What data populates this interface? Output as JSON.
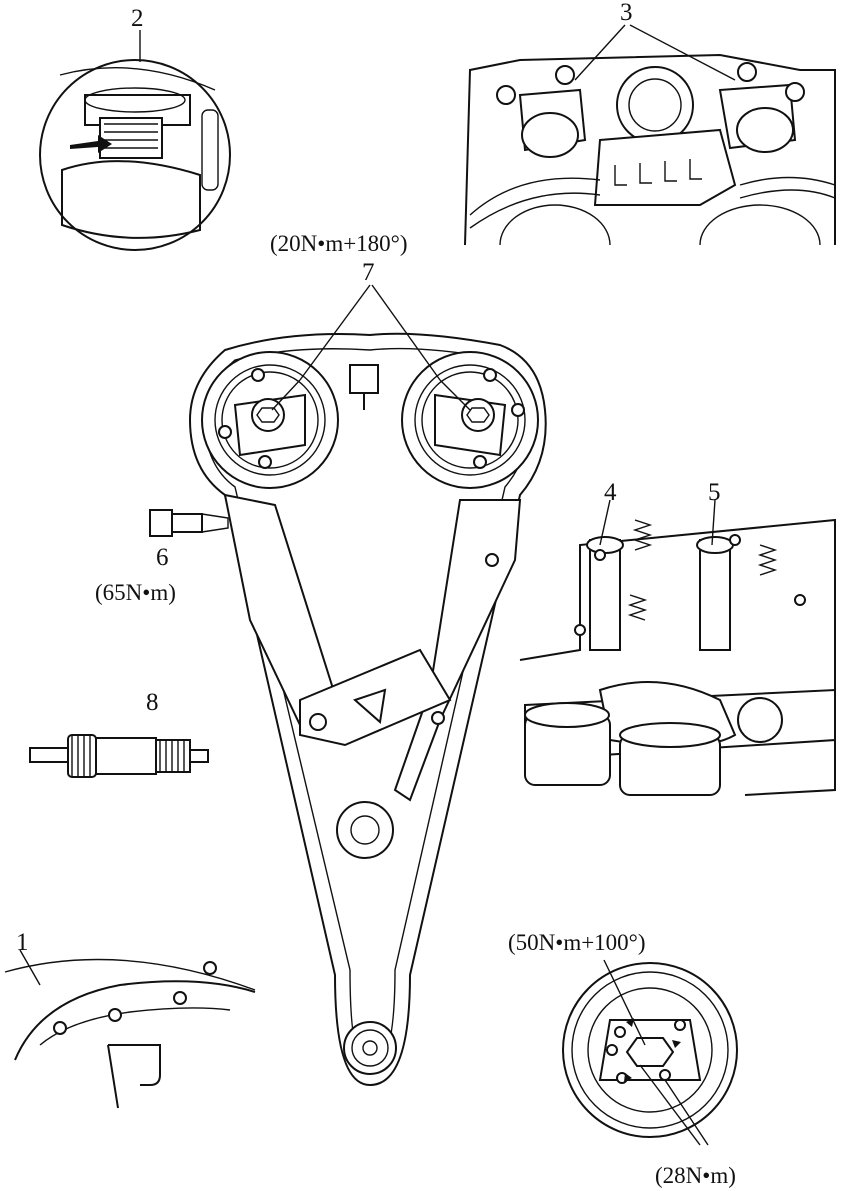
{
  "labels": {
    "n1": "1",
    "n2": "2",
    "n3": "3",
    "n4": "4",
    "n5": "5",
    "n6": "6",
    "n7": "7",
    "n8": "8"
  },
  "torques": {
    "t7": "(20N•m+180°)",
    "t6": "(65N•m)",
    "t_crank": "(50N•m+100°)",
    "t_crank_bolts": "(28N•m)"
  },
  "colors": {
    "ink": "#111111",
    "paper": "#ffffff"
  }
}
